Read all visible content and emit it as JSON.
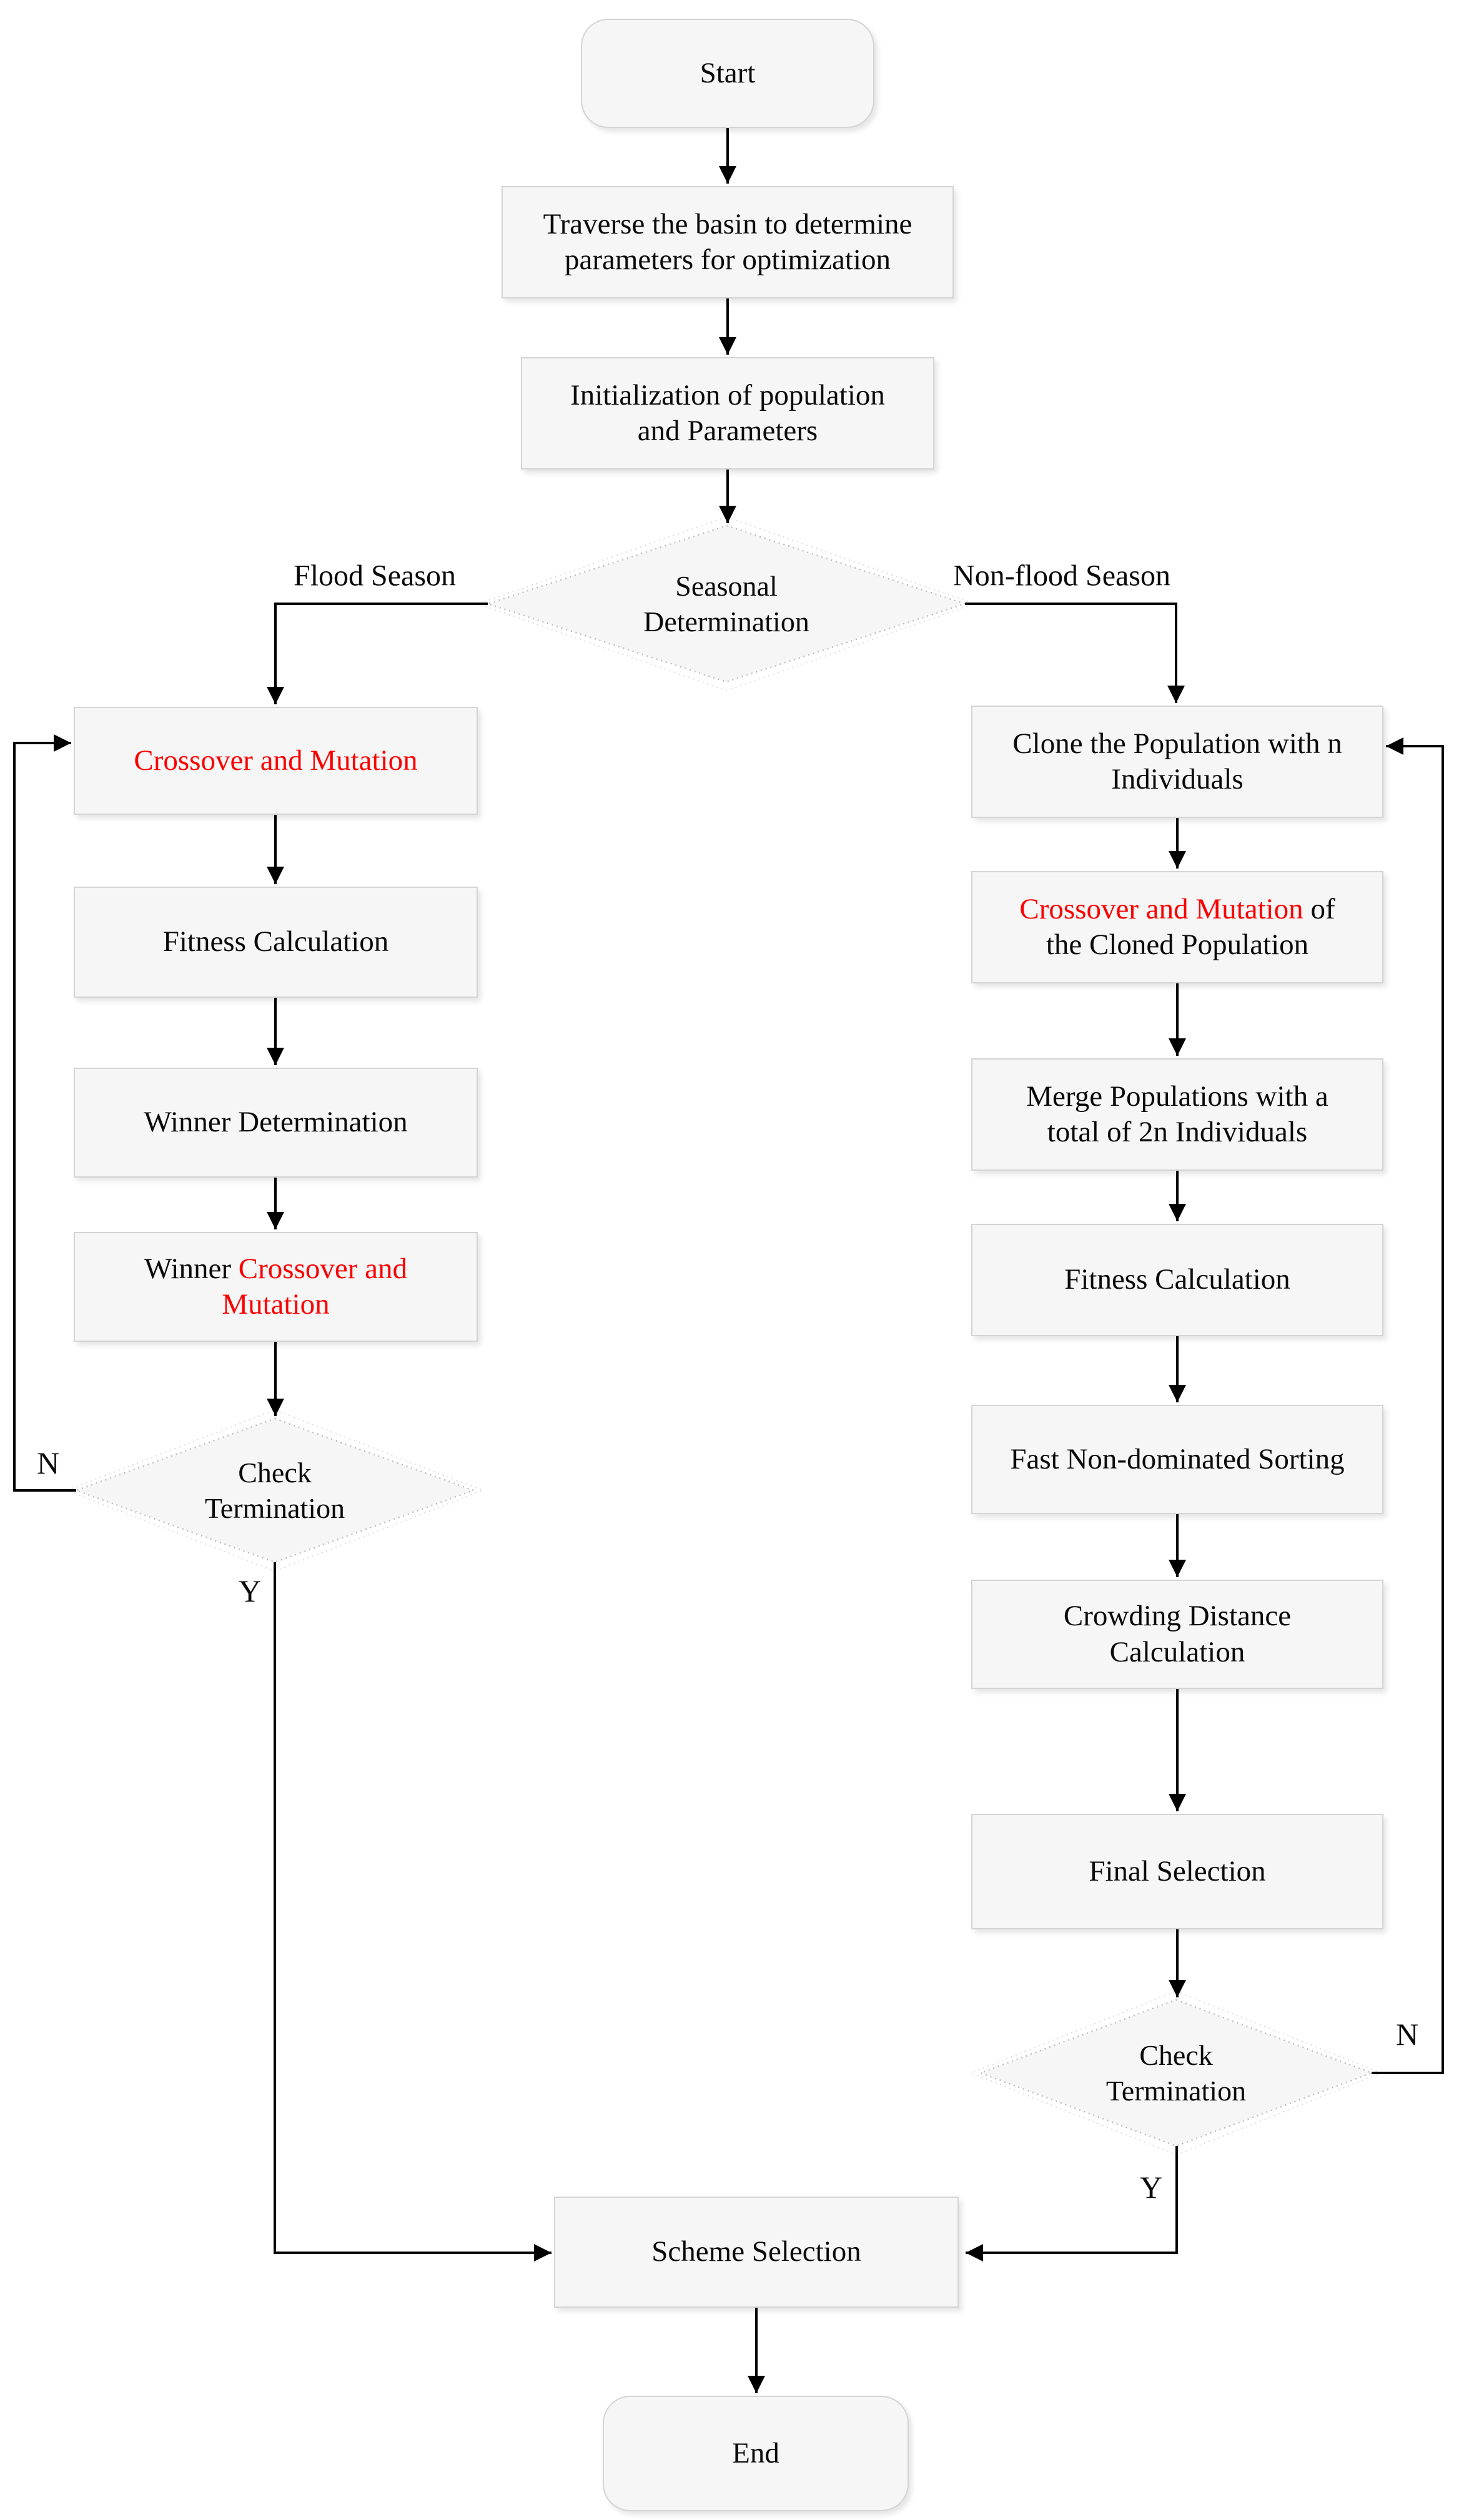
{
  "diagram": {
    "title_semantic": "seasonal-optimization-flowchart",
    "colors": {
      "red_highlight": "#fb0000",
      "text": "#0a0a0a",
      "node_fill": "#f6f6f6",
      "node_border": "#d4d4d4",
      "diamond_border": "#bdbdbd",
      "connector": "#000000",
      "background": "#ffffff"
    },
    "terminals": {
      "start": "Start",
      "end": "End"
    },
    "branch_labels": {
      "flood": "Flood Season",
      "non_flood": "Non-flood Season"
    },
    "edge_labels": {
      "no": "N",
      "yes": "Y"
    },
    "processes": {
      "traverse": {
        "parts": [
          {
            "text": "Traverse the basin to determine\nparameters for optimization",
            "red": false
          }
        ]
      },
      "initialization": {
        "parts": [
          {
            "text": "Initialization of population\nand Parameters",
            "red": false
          }
        ]
      },
      "crossover_mutation": {
        "parts": [
          {
            "text": "Crossover and Mutation",
            "red": true
          }
        ]
      },
      "fitness_calculation_left": {
        "parts": [
          {
            "text": "Fitness Calculation",
            "red": false
          }
        ]
      },
      "winner_determination": {
        "parts": [
          {
            "text": "Winner Determination",
            "red": false
          }
        ]
      },
      "winner_crossover_mutation": {
        "parts": [
          {
            "text": "Winner ",
            "red": false
          },
          {
            "text": "Crossover and\nMutation",
            "red": true
          }
        ]
      },
      "clone_population": {
        "parts": [
          {
            "text": "Clone the Population with n\nIndividuals",
            "red": false
          }
        ]
      },
      "crossover_cloned": {
        "parts": [
          {
            "text": "Crossover and Mutation",
            "red": true
          },
          {
            "text": " of\nthe Cloned Population",
            "red": false
          }
        ]
      },
      "merge_populations": {
        "parts": [
          {
            "text": "Merge Populations with a\ntotal of 2n Individuals",
            "red": false
          }
        ]
      },
      "fitness_calculation_right": {
        "parts": [
          {
            "text": "Fitness Calculation",
            "red": false
          }
        ]
      },
      "fast_sorting": {
        "parts": [
          {
            "text": "Fast Non-dominated Sorting",
            "red": false
          }
        ]
      },
      "crowding_distance": {
        "parts": [
          {
            "text": "Crowding Distance\nCalculation",
            "red": false
          }
        ]
      },
      "final_selection": {
        "parts": [
          {
            "text": "Final Selection",
            "red": false
          }
        ]
      },
      "scheme_selection": {
        "parts": [
          {
            "text": "Scheme Selection",
            "red": false
          }
        ]
      }
    },
    "decisions": {
      "seasonal_determination": {
        "parts": [
          {
            "text": "Seasonal\nDetermination",
            "red": false
          }
        ]
      },
      "check_termination_left": {
        "parts": [
          {
            "text": "Check\nTermination",
            "red": false
          }
        ]
      },
      "check_termination_right": {
        "parts": [
          {
            "text": "Check\nTermination",
            "red": false
          }
        ]
      }
    }
  }
}
